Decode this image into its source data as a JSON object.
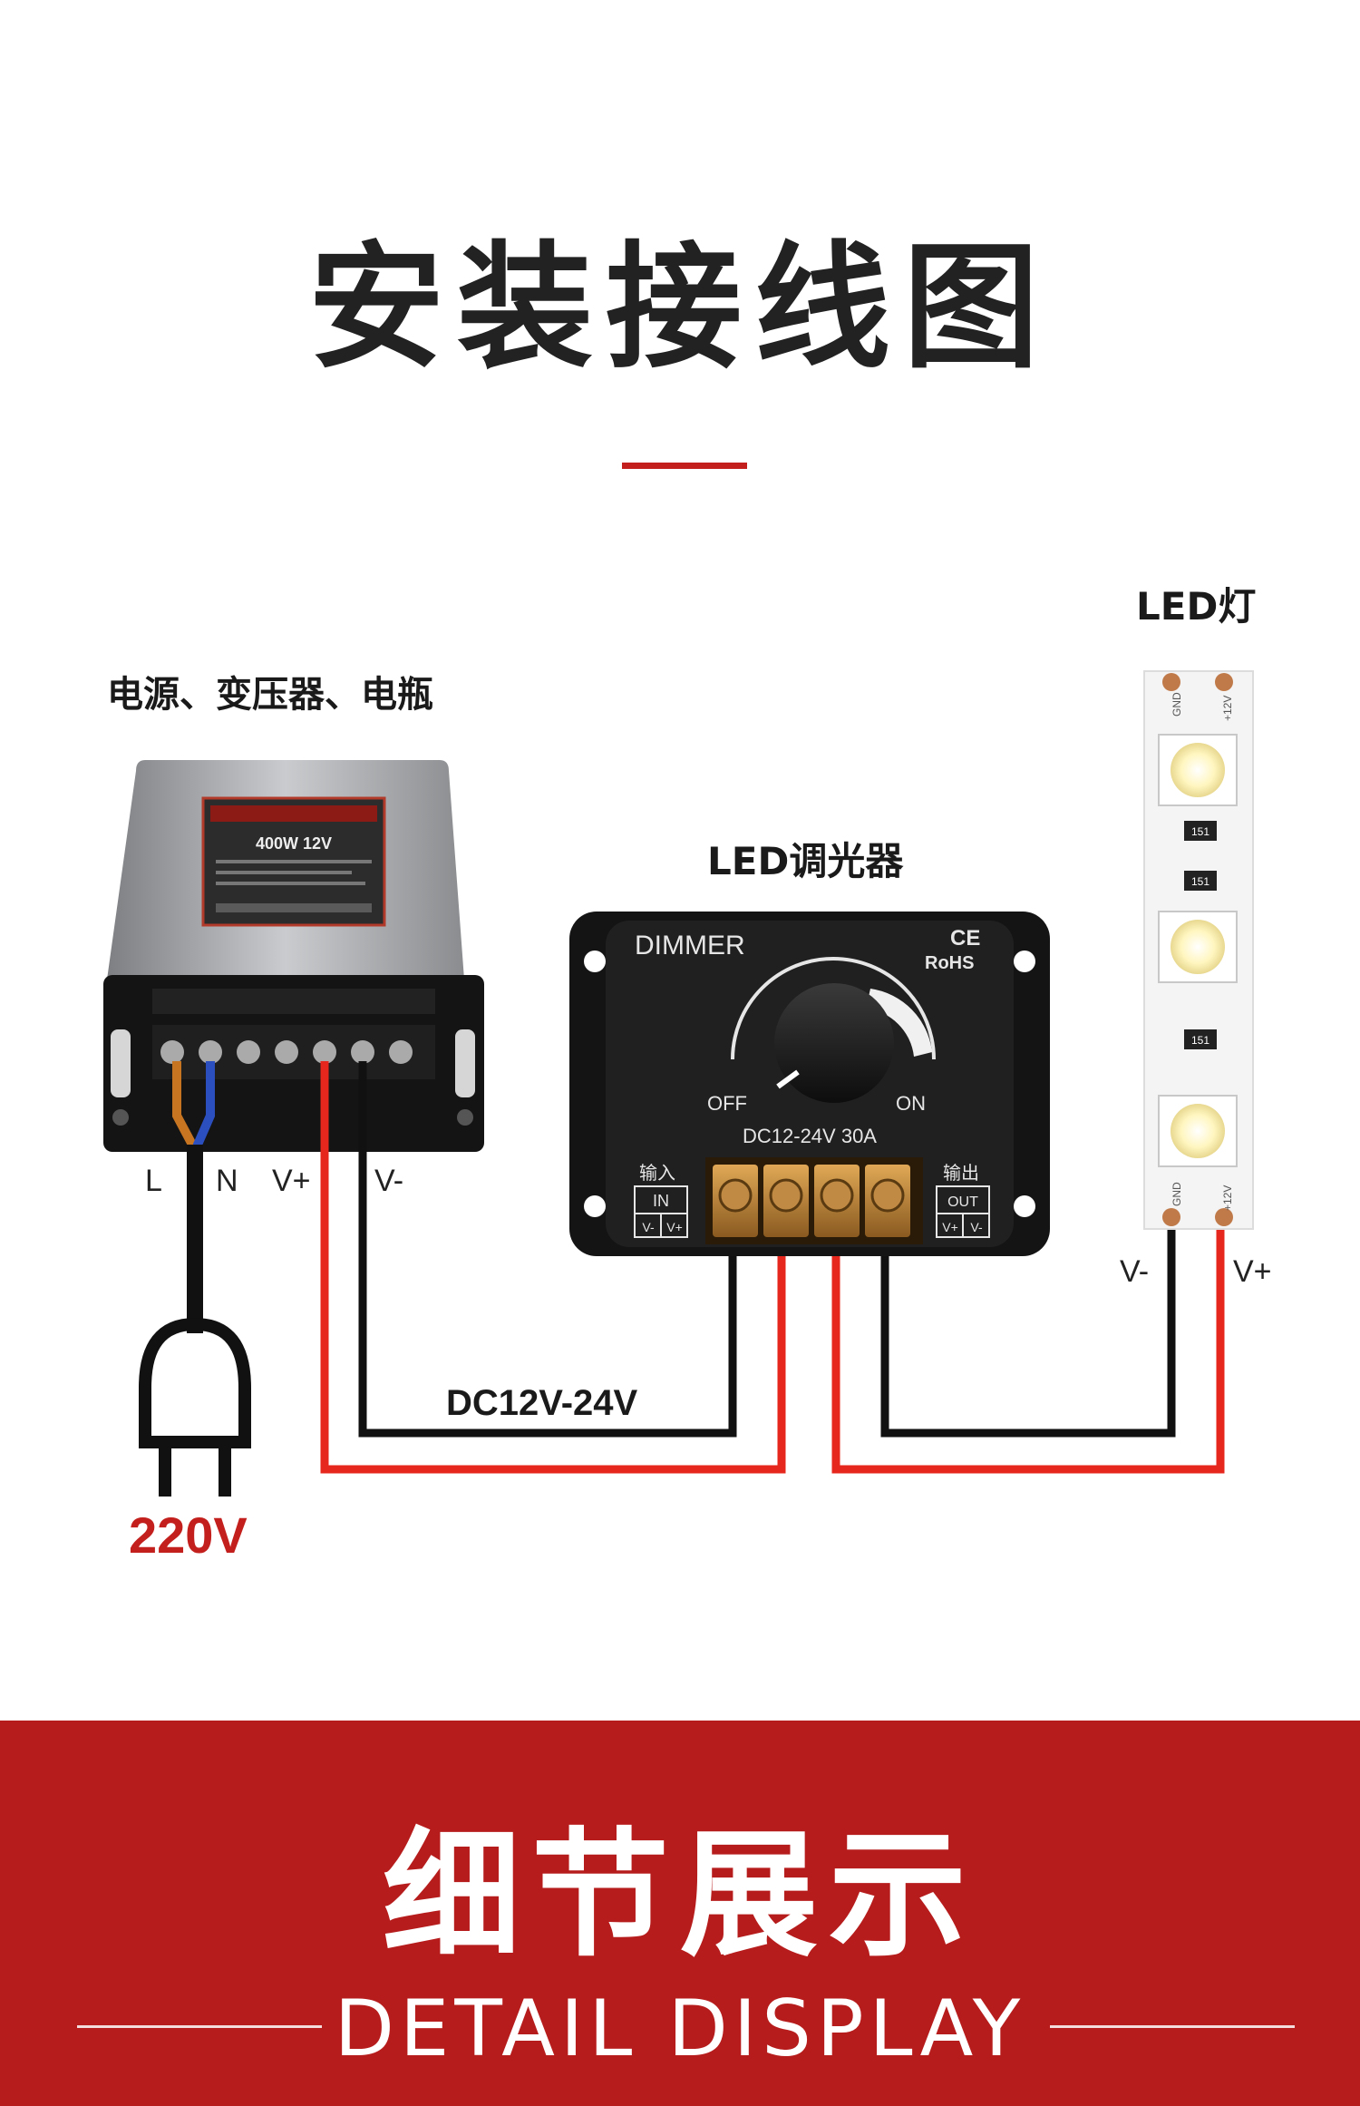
{
  "header": {
    "title": "安装接线图"
  },
  "labels": {
    "power_supply": "电源、变压器、电瓶",
    "dimmer": "LED调光器",
    "led_strip": "LED灯",
    "dc_range": "DC12V-24V",
    "mains_voltage": "220V"
  },
  "terminals": {
    "psu": [
      "L",
      "N",
      "V+",
      "V-"
    ],
    "strip": [
      "V-",
      "V+"
    ]
  },
  "psu_device": {
    "label_line1": "400W 12V"
  },
  "dimmer_device": {
    "brand": "DIMMER",
    "ce": "CE",
    "rohs": "RoHS",
    "off": "OFF",
    "on": "ON",
    "rating": "DC12-24V 30A",
    "input_label": "输入",
    "input_box": "IN",
    "input_pins": [
      "V-",
      "V+"
    ],
    "output_label": "输出",
    "output_box": "OUT",
    "output_pins": [
      "V+",
      "V-"
    ]
  },
  "strip_device": {
    "gnd": "GND",
    "plus": "+12V",
    "resistor": "151"
  },
  "banner": {
    "title": "细节展示",
    "subtitle": "DETAIL DISPLAY"
  },
  "colors": {
    "accent": "#c31f1c",
    "wire_red": "#e5271d",
    "wire_black": "#111111",
    "banner_bg": "#b71c1c"
  }
}
